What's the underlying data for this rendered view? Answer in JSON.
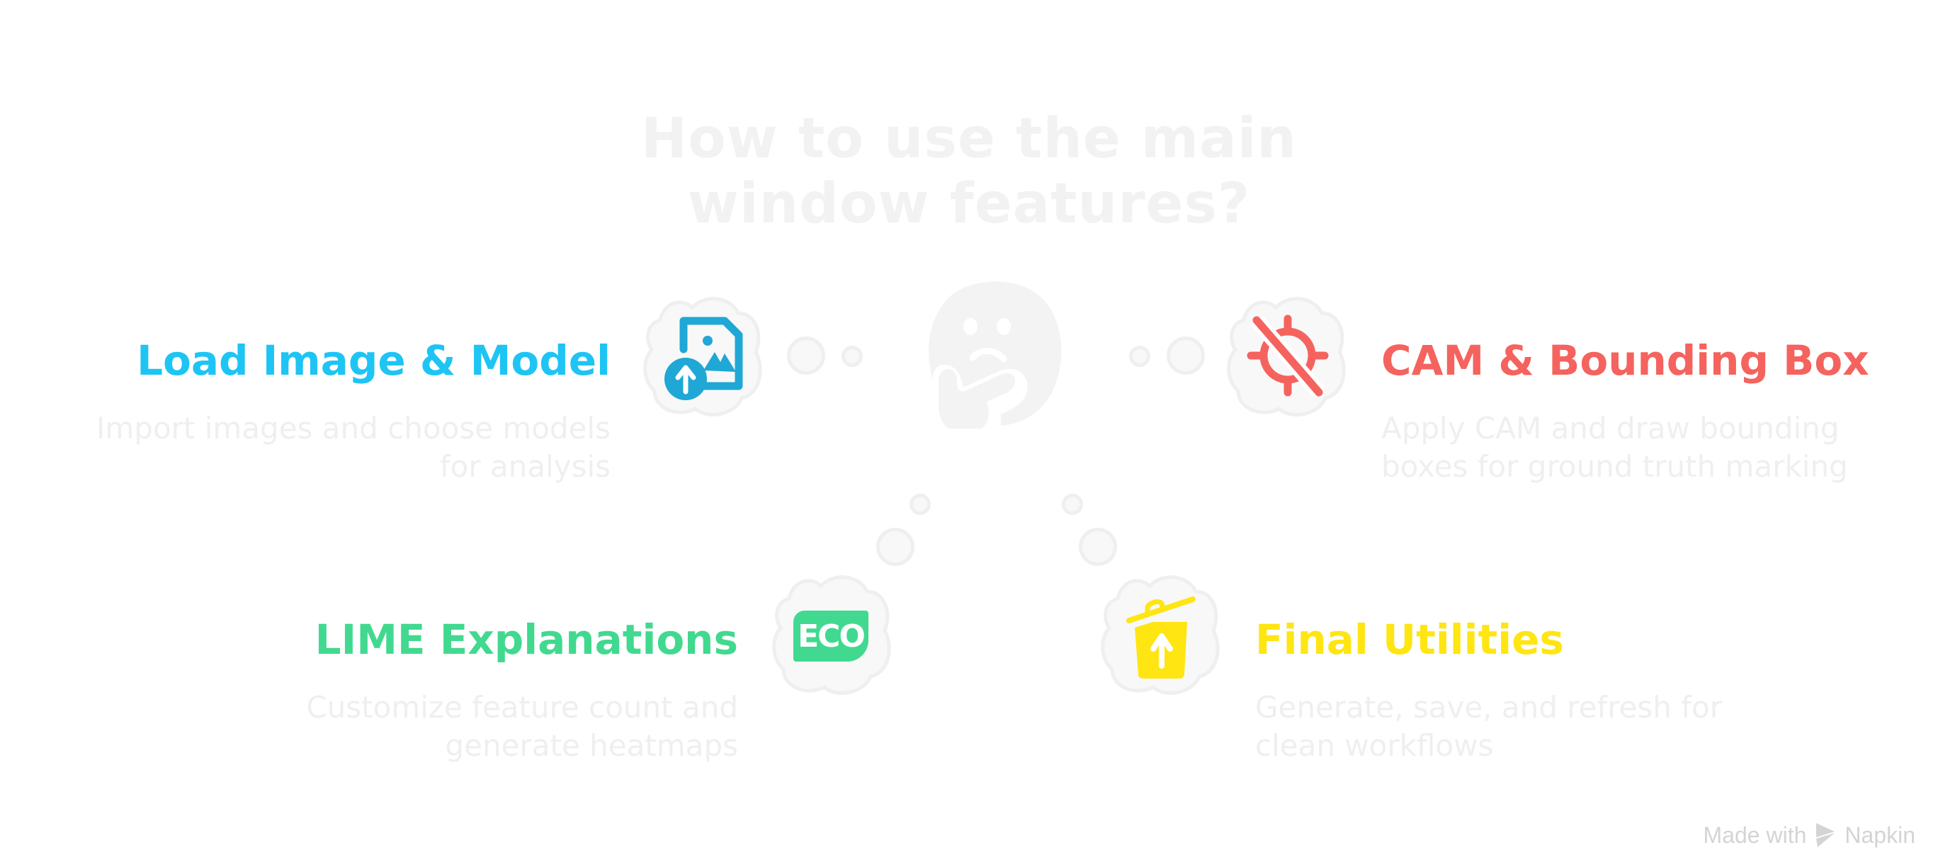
{
  "title": {
    "line1": "How to use the main",
    "line2": "window features?"
  },
  "items": [
    {
      "id": "load",
      "heading": "Load Image & Model",
      "description_lines": [
        "Import images and choose models",
        "for analysis"
      ],
      "icon": "image-upload-icon",
      "color": "#1ec4f4"
    },
    {
      "id": "cam",
      "heading": "CAM & Bounding Box",
      "description_lines": [
        "Apply CAM and draw bounding",
        "boxes for ground truth marking"
      ],
      "icon": "target-off-icon",
      "color": "#f5635e"
    },
    {
      "id": "lime",
      "heading": "LIME Explanations",
      "description_lines": [
        "Customize feature count and",
        "generate heatmaps"
      ],
      "icon": "eco-badge-icon",
      "icon_text": "ECO",
      "color": "#41d98f"
    },
    {
      "id": "utilities",
      "heading": "Final Utilities",
      "description_lines": [
        "Generate, save, and refresh for",
        "clean workflows"
      ],
      "icon": "trash-restore-icon",
      "color": "#ffe512"
    }
  ],
  "center_icon": "thinking-face-icon",
  "colors": {
    "faded_text": "#f2f2f2",
    "cloud_fill": "#f8f8f8",
    "cloud_stroke": "#efefef",
    "footer_text": "#d4d4d4"
  },
  "footer": {
    "made_with": "Made with",
    "brand": "Napkin"
  }
}
